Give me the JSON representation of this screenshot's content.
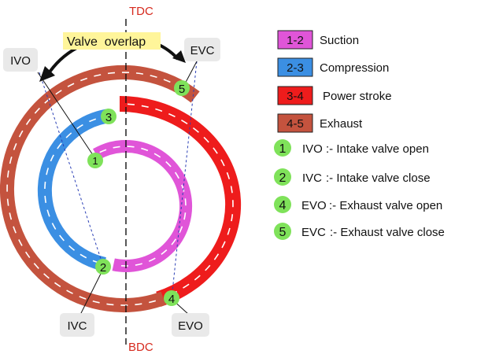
{
  "diagram": {
    "axis": {
      "top_label": "TDC",
      "bottom_label": "BDC",
      "label_color": "#d62a1e"
    },
    "overlap_label": "Valve  overlap",
    "callouts": {
      "ivo": "IVO",
      "evc": "EVC",
      "ivc": "IVC",
      "evo": "EVO"
    },
    "points": {
      "p1": "1",
      "p2": "2",
      "p3": "3",
      "p4": "4",
      "p5": "5"
    },
    "colors": {
      "suction": "#e055d8",
      "compression": "#3b8fe3",
      "power": "#ee1c1c",
      "exhaust": "#c4533e",
      "point": "#7fe25a",
      "overlap_highlight": "#fff59a"
    }
  },
  "legend": {
    "strokes": [
      {
        "key": "1-2",
        "label": "Suction",
        "color": "#e055d8"
      },
      {
        "key": "2-3",
        "label": "Compression",
        "color": "#3b8fe3"
      },
      {
        "key": "3-4",
        "label": "Power stroke",
        "color": "#ee1c1c"
      },
      {
        "key": "4-5",
        "label": "Exhaust",
        "color": "#c4533e"
      }
    ],
    "events": [
      {
        "num": "1",
        "abbr": "IVO",
        "text": ":- Intake valve open"
      },
      {
        "num": "2",
        "abbr": "IVC",
        "text": ":- Intake valve close"
      },
      {
        "num": "4",
        "abbr": "EVO",
        "text": ":- Exhaust valve open"
      },
      {
        "num": "5",
        "abbr": "EVC",
        "text": ":- Exhaust valve close"
      }
    ]
  }
}
